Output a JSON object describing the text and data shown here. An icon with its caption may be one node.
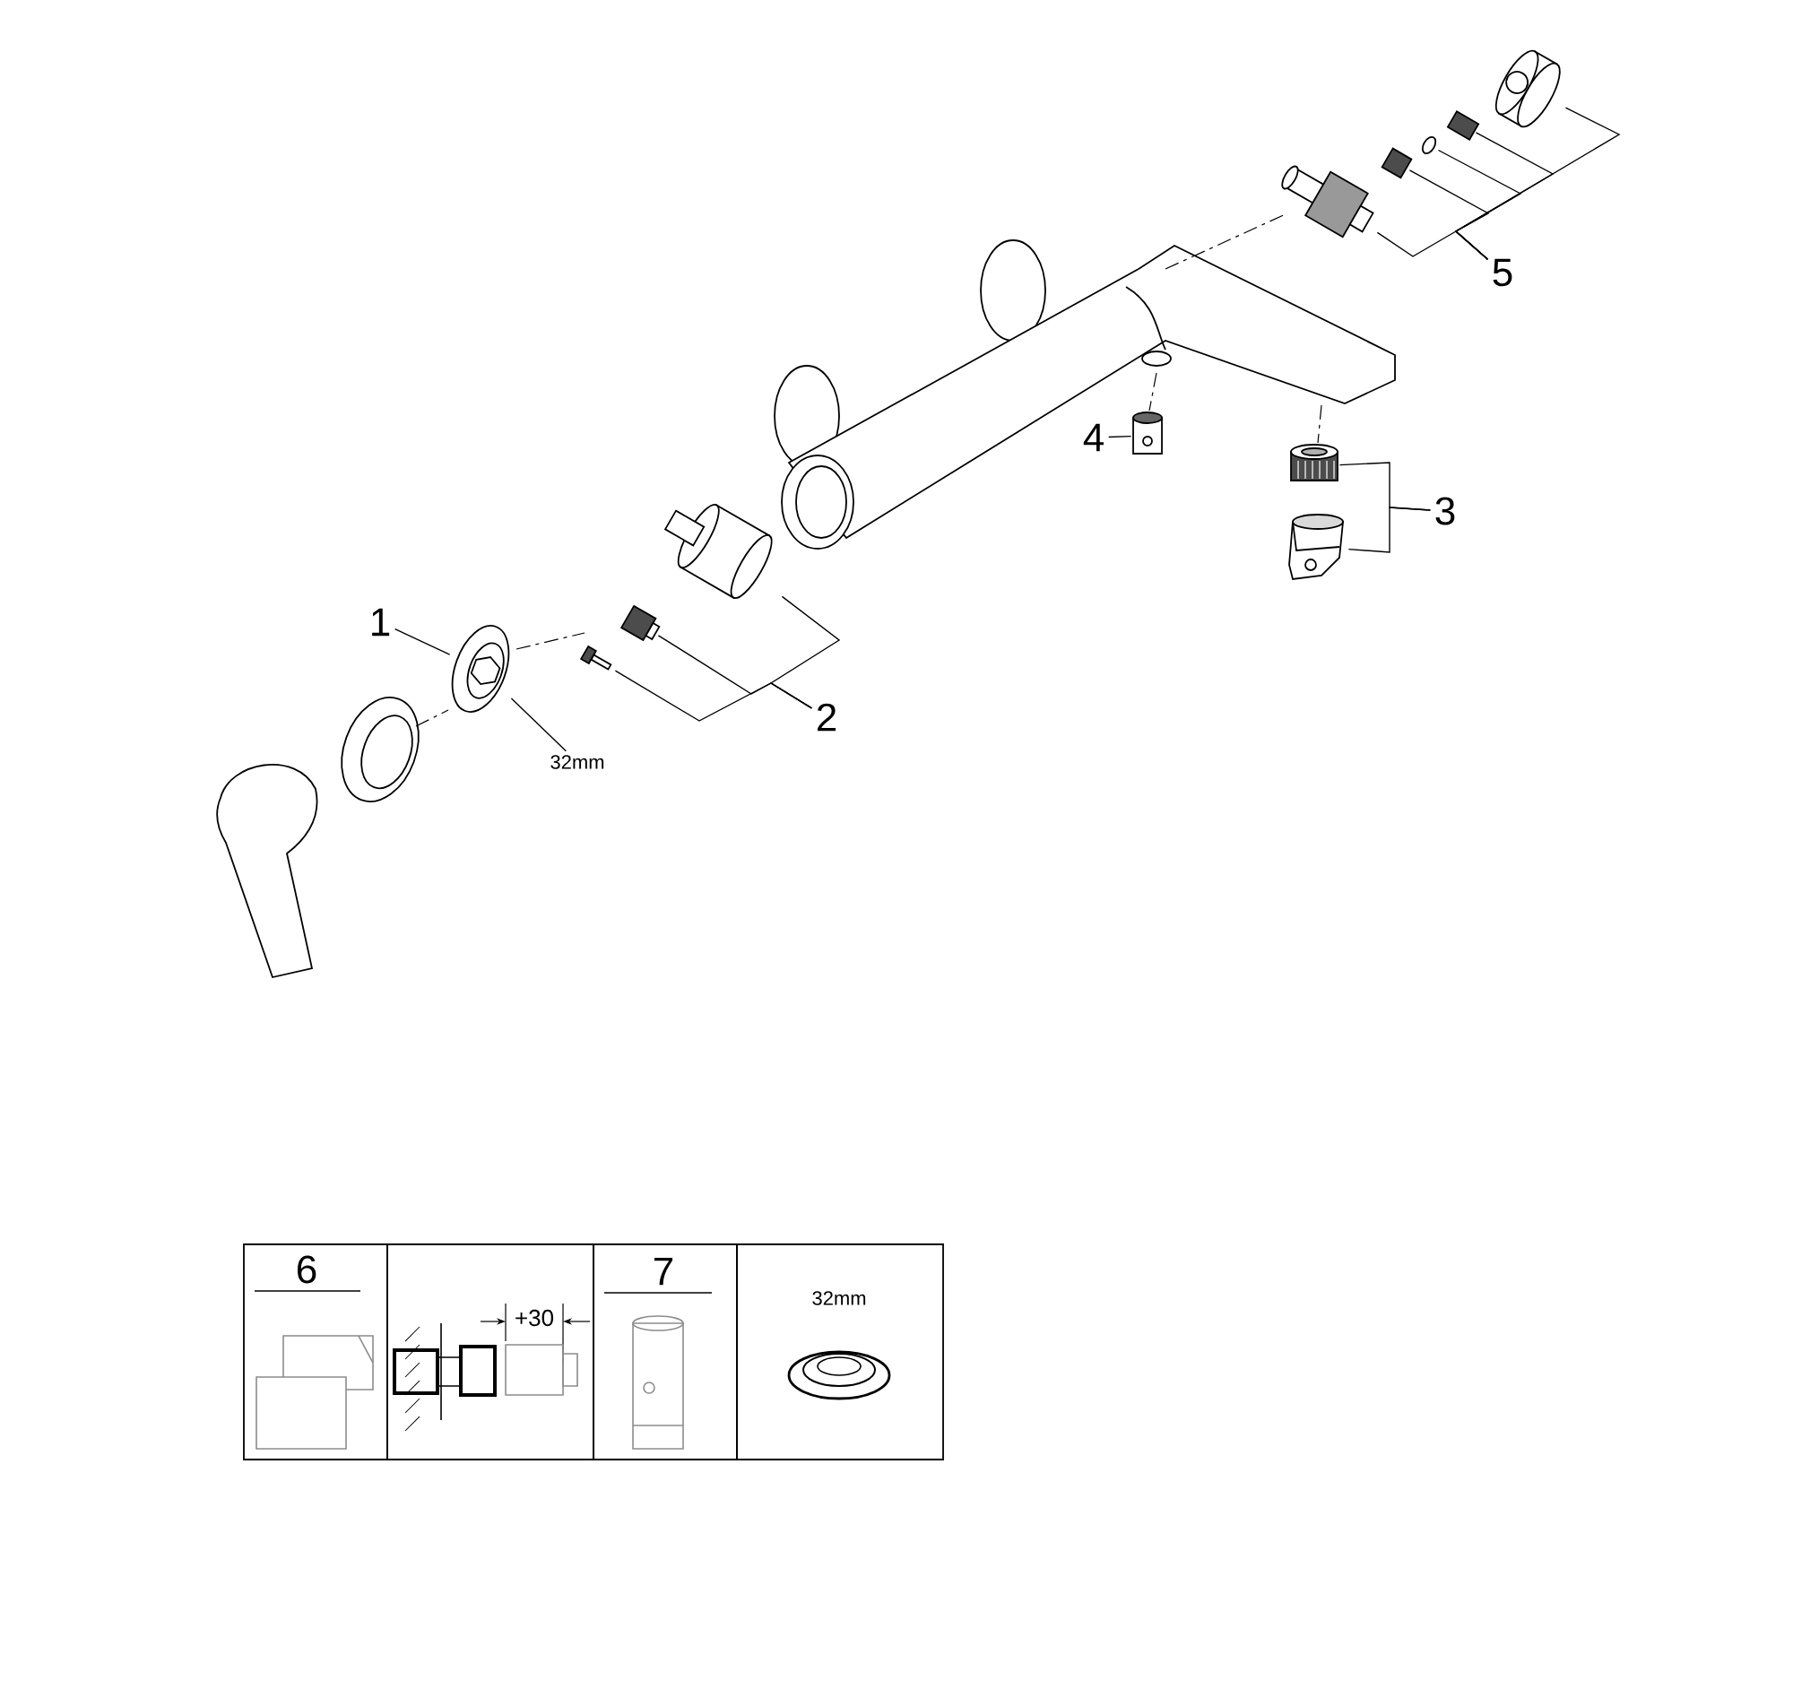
{
  "diagram": {
    "nodes": [
      {
        "text": [
          "1"
        ]
      },
      {
        "text": [],
        "shape": "picture"
      },
      {
        "text": [
          "32mm"
        ]
      },
      {
        "text": [
          "2"
        ]
      },
      {
        "text": [],
        "shape": "picture"
      },
      {
        "text": [],
        "shape": "picture"
      },
      {
        "text": [],
        "shape": "picture"
      },
      {
        "text": [
          "3"
        ]
      },
      {
        "text": [],
        "shape": "picture"
      },
      {
        "text": [],
        "shape": "picture"
      },
      {
        "text": [
          "4"
        ]
      },
      {
        "text": [],
        "shape": "picture"
      },
      {
        "text": [
          "5"
        ]
      },
      {
        "text": [],
        "shape": "picture"
      },
      {
        "text": [],
        "shape": "picture"
      },
      {
        "text": [],
        "shape": "picture"
      },
      {
        "text": [],
        "shape": "picture"
      },
      {
        "text": [],
        "shape": "picture"
      }
    ],
    "edges": [
      {
        "from": 0,
        "to": 1,
        "arrow": "none"
      },
      {
        "from": 2,
        "to": 1,
        "arrow": "none"
      },
      {
        "from": 3,
        "to": 4,
        "arrow": "none"
      },
      {
        "from": 3,
        "to": 5,
        "arrow": "none"
      },
      {
        "from": 3,
        "to": 6,
        "arrow": "none"
      },
      {
        "from": 7,
        "to": 8,
        "arrow": "none"
      },
      {
        "from": 7,
        "to": 9,
        "arrow": "none"
      },
      {
        "from": 10,
        "to": 11,
        "arrow": "none"
      },
      {
        "from": 12,
        "to": 13,
        "arrow": "none"
      },
      {
        "from": 12,
        "to": 14,
        "arrow": "none"
      },
      {
        "from": 12,
        "to": 15,
        "arrow": "none"
      },
      {
        "from": 12,
        "to": 16,
        "arrow": "none"
      },
      {
        "from": 12,
        "to": 17,
        "arrow": "none"
      }
    ],
    "labels": [
      "6",
      "+30",
      "7",
      "32mm"
    ]
  }
}
